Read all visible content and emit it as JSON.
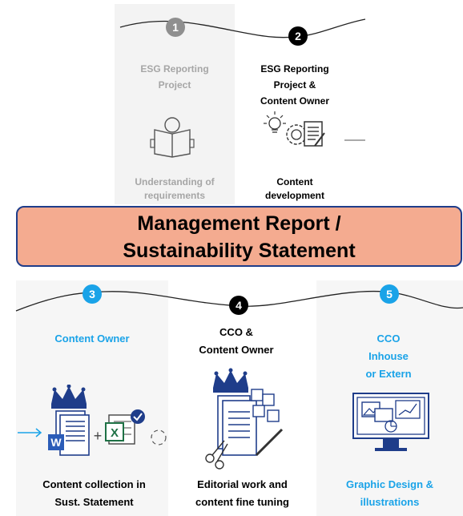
{
  "colors": {
    "panel_grey": "#f3f3f3",
    "panel_light": "#f6f6f6",
    "accent_blue": "#1aa3e8",
    "navy": "#1f3d8a",
    "banner_fill": "#f4ab90",
    "muted_text": "#a6a6a6"
  },
  "top": {
    "step1": {
      "number": "1",
      "title_line1": "ESG Reporting",
      "title_line2": "Project",
      "desc_line1": "Understanding of",
      "desc_line2": "requirements",
      "icon": "open-book-reader-icon"
    },
    "step2": {
      "number": "2",
      "title_line1": "ESG Reporting",
      "title_line2": "Project &",
      "title_line3": "Content Owner",
      "desc_line1": "Content",
      "desc_line2": "development",
      "icon": "lightbulb-gear-document-icon"
    }
  },
  "banner": {
    "line1": "Management Report /",
    "line2": "Sustainability Statement"
  },
  "bottom": {
    "step3": {
      "number": "3",
      "title": "Content Owner",
      "desc_line1": "Content collection in",
      "desc_line2": "Sust. Statement",
      "icon": "crown-documents-word-excel-icon"
    },
    "step4": {
      "number": "4",
      "title_line1": "CCO &",
      "title_line2": "Content Owner",
      "desc_line1": "Editorial work and",
      "desc_line2": "content fine tuning",
      "icon": "crown-documents-scissors-icon"
    },
    "step5": {
      "number": "5",
      "title_line1": "CCO",
      "title_line2": "Inhouse",
      "title_line3": "or Extern",
      "desc_line1": "Graphic Design &",
      "desc_line2": "illustrations",
      "icon": "monitor-graphics-icon"
    }
  }
}
